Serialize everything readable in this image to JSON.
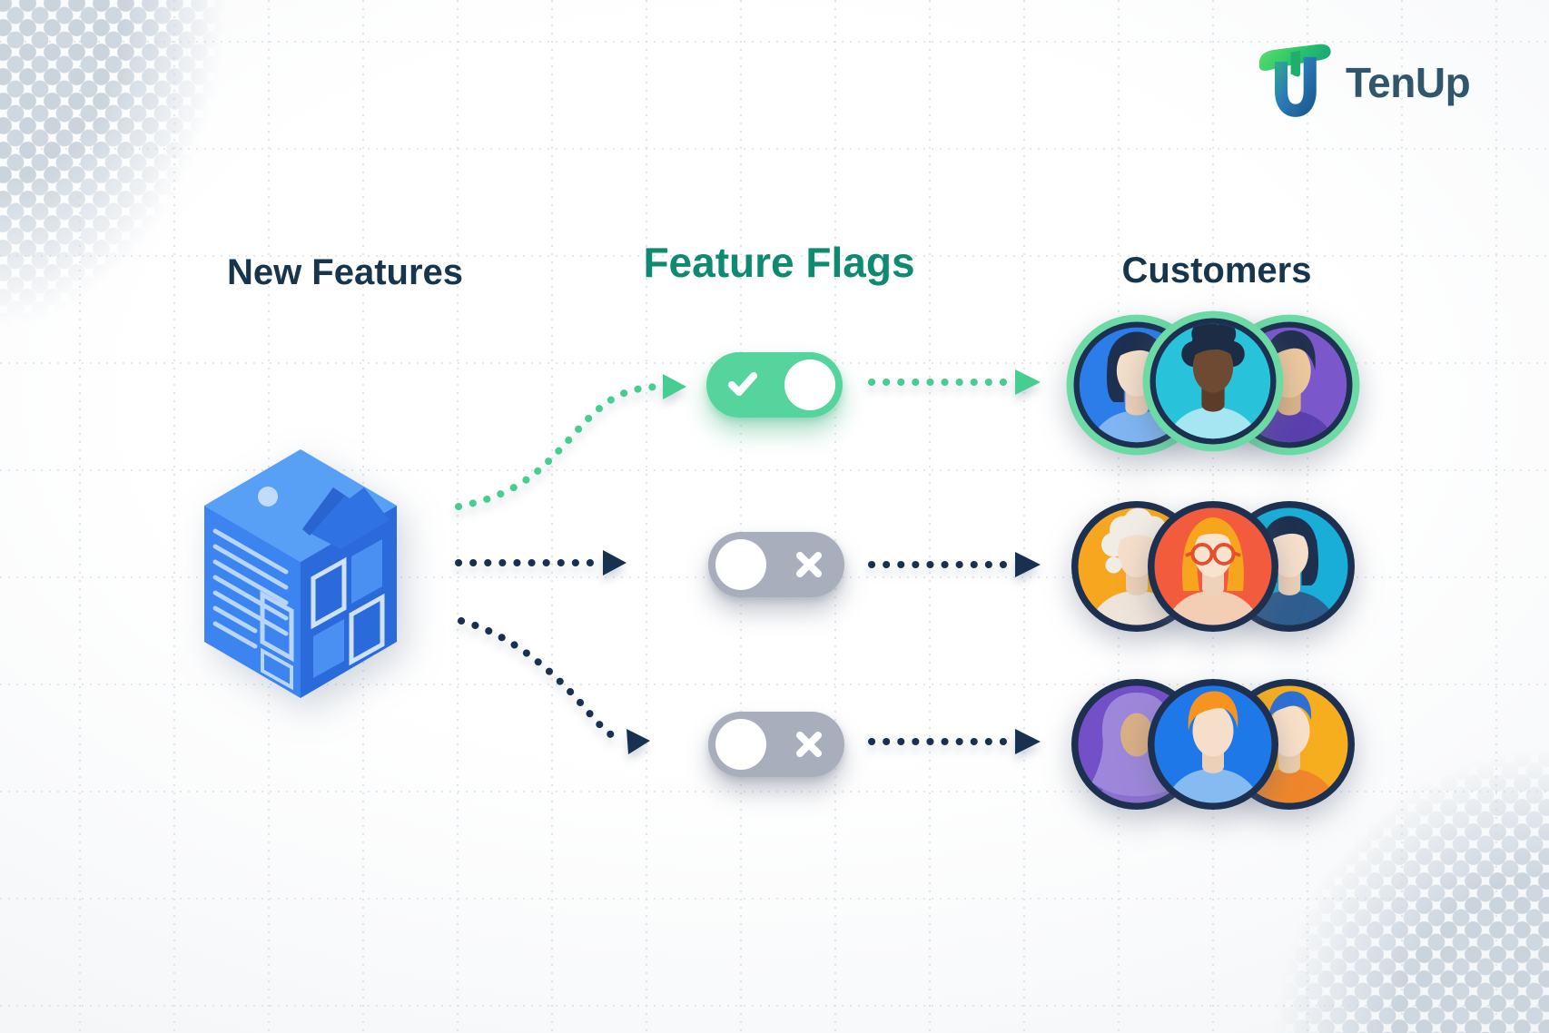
{
  "logo": {
    "brand": "TenUp",
    "mark": "tenup-tu-monogram"
  },
  "headings": {
    "new_features": "New Features",
    "feature_flags": "Feature Flags",
    "customers": "Customers"
  },
  "flags": [
    {
      "id": 1,
      "state": "on"
    },
    {
      "id": 2,
      "state": "off"
    },
    {
      "id": 3,
      "state": "off"
    }
  ],
  "customer_groups": [
    {
      "row": 1,
      "highlighted": true,
      "avatars": [
        "woman-dark-bob-blue",
        "man-afro-teal",
        "man-dark-hair-purple"
      ]
    },
    {
      "row": 2,
      "highlighted": false,
      "avatars": [
        "elder-woman-white-hair-amber",
        "woman-glasses-red",
        "woman-dark-bob-cyan"
      ]
    },
    {
      "row": 3,
      "highlighted": false,
      "avatars": [
        "woman-hijab-purple",
        "man-ginger-hair-blue",
        "man-blue-hair-amber"
      ]
    }
  ],
  "colors": {
    "accent_green": "#45cd92",
    "navy": "#17364e",
    "teal_heading": "#0e8a71",
    "toggle_on": "#55d49e",
    "toggle_off": "#a9aebc",
    "cube_blue": "#3c85f0",
    "highlight_ring": "#6bdaa5"
  }
}
